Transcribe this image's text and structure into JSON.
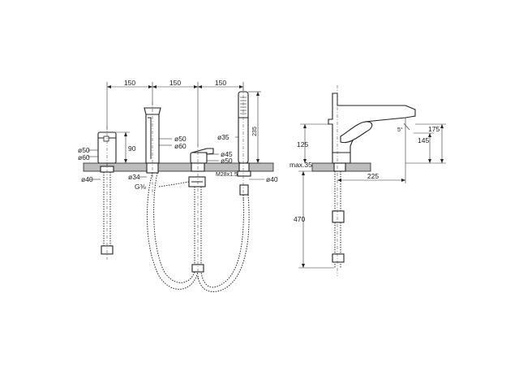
{
  "labels": {
    "top_dim_1": "150",
    "top_dim_2": "150",
    "top_dim_3": "150",
    "handle_d50": "ø50",
    "handle_d60": "ø60",
    "handle_h90": "90",
    "spout_d50": "ø50",
    "spout_d60": "ø60",
    "mixer_d45": "ø45",
    "mixer_d50": "ø50",
    "shower_d35": "ø35",
    "shower_h235": "235",
    "left_d40": "ø40",
    "thread_d34": "ø34",
    "thread_g": "G⅜",
    "thread_m28": "M28x1.5",
    "right_d40": "ø40",
    "side_h125": "125",
    "side_h145": "145",
    "side_h175": "175",
    "side_angle": "5°",
    "side_max35": "max.35",
    "side_w225": "225",
    "side_h470": "470"
  }
}
